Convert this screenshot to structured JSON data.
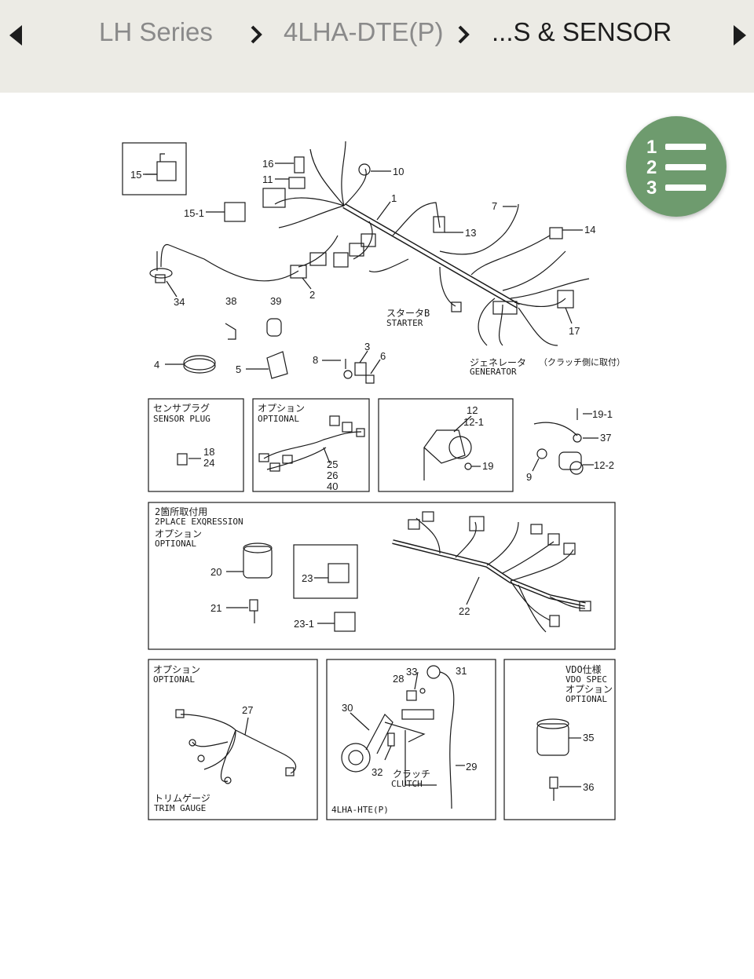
{
  "breadcrumb": {
    "items": [
      "LH Series",
      "4LHA-DTE(P)",
      "...S & SENSOR"
    ]
  },
  "icons": {
    "back": "caret-left-icon",
    "forward": "caret-right-icon",
    "separator": "chevron-right-icon",
    "index_button": "numbered-list-icon"
  },
  "colors": {
    "topbar": "#ecebe5",
    "fab": "#6e9b6e"
  },
  "index_button": {
    "digits": [
      "1",
      "2",
      "3"
    ]
  },
  "diagram": {
    "main": {
      "part_numbers": [
        "15",
        "16",
        "11",
        "10",
        "1",
        "15-1",
        "7",
        "13",
        "14",
        "34",
        "2",
        "38",
        "39",
        "17",
        "4",
        "5",
        "8",
        "3",
        "6"
      ],
      "starter_jp": "スタータB",
      "starter_en": "STARTER",
      "generator_jp": "ジェネレータ",
      "generator_en": "GENERATOR",
      "clutch_note": "（クラッチ側に取付）"
    },
    "sensor_plug": {
      "title_jp": "センサプラグ",
      "title_en": "SENSOR PLUG",
      "parts": [
        "18",
        "24"
      ]
    },
    "optional_harness": {
      "title_jp": "オプション",
      "title_en": "OPTIONAL",
      "parts": [
        "25",
        "26",
        "40"
      ]
    },
    "relay_box": {
      "parts": [
        "12",
        "12-1",
        "19"
      ]
    },
    "starter_relay": {
      "parts": [
        "19-1",
        "37",
        "9",
        "12-2"
      ]
    },
    "two_place": {
      "title_jp": "2箇所取付用",
      "title_en": "2PLACE EXQRESSION",
      "option_jp": "オプション",
      "option_en": "OPTIONAL",
      "parts": [
        "20",
        "23",
        "21",
        "23-1",
        "22"
      ]
    },
    "trim_gauge": {
      "title_jp": "オプション",
      "title_en": "OPTIONAL",
      "part": "27",
      "caption_jp": "トリムゲージ",
      "caption_en": "TRIM GAUGE"
    },
    "clutch_box": {
      "parts": [
        "33",
        "31",
        "28",
        "30",
        "32",
        "29"
      ],
      "clutch_jp": "クラッチ",
      "clutch_en": "CLUTCH",
      "model": "4LHA-HTE(P)"
    },
    "vdo_box": {
      "title_jp": "VDO仕様",
      "title_en": "VDO SPEC",
      "option_jp": "オプション",
      "option_en": "OPTIONAL",
      "parts": [
        "35",
        "36"
      ]
    }
  }
}
